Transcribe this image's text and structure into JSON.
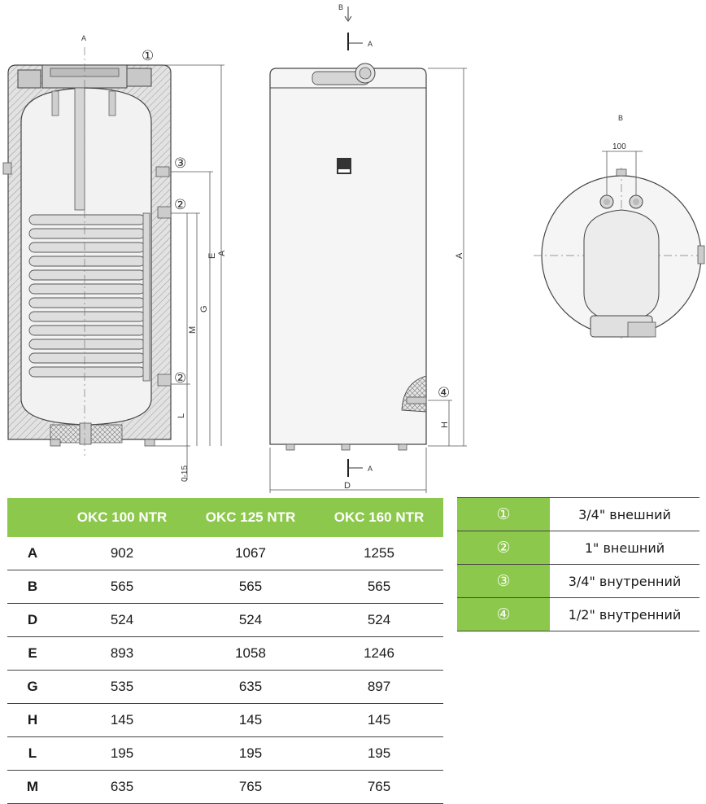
{
  "drawing": {
    "labels": {
      "A": "A",
      "B": "B",
      "D": "D",
      "E": "E",
      "G": "G",
      "M": "M",
      "L": "L",
      "H": "H",
      "gap": "0-15",
      "dist": "100"
    },
    "markers": [
      "①",
      "②",
      "③",
      "④"
    ]
  },
  "table": {
    "columns": [
      "OKC 100 NTR",
      "OKC 125 NTR",
      "OKC 160 NTR"
    ],
    "rows": [
      {
        "label": "A",
        "values": [
          "902",
          "1067",
          "1255"
        ]
      },
      {
        "label": "B",
        "values": [
          "565",
          "565",
          "565"
        ]
      },
      {
        "label": "D",
        "values": [
          "524",
          "524",
          "524"
        ]
      },
      {
        "label": "E",
        "values": [
          "893",
          "1058",
          "1246"
        ]
      },
      {
        "label": "G",
        "values": [
          "535",
          "635",
          "897"
        ]
      },
      {
        "label": "H",
        "values": [
          "145",
          "145",
          "145"
        ]
      },
      {
        "label": "L",
        "values": [
          "195",
          "195",
          "195"
        ]
      },
      {
        "label": "M",
        "values": [
          "635",
          "765",
          "765"
        ]
      }
    ]
  },
  "legend": [
    {
      "num": "①",
      "desc": "3/4\" внешний"
    },
    {
      "num": "②",
      "desc": "1\" внешний"
    },
    {
      "num": "③",
      "desc": "3/4\" внутренний"
    },
    {
      "num": "④",
      "desc": "1/2\" внутренний"
    }
  ],
  "colors": {
    "accent": "#8cc84b",
    "insulation": "#d9d9d9",
    "tank": "#efefef"
  }
}
